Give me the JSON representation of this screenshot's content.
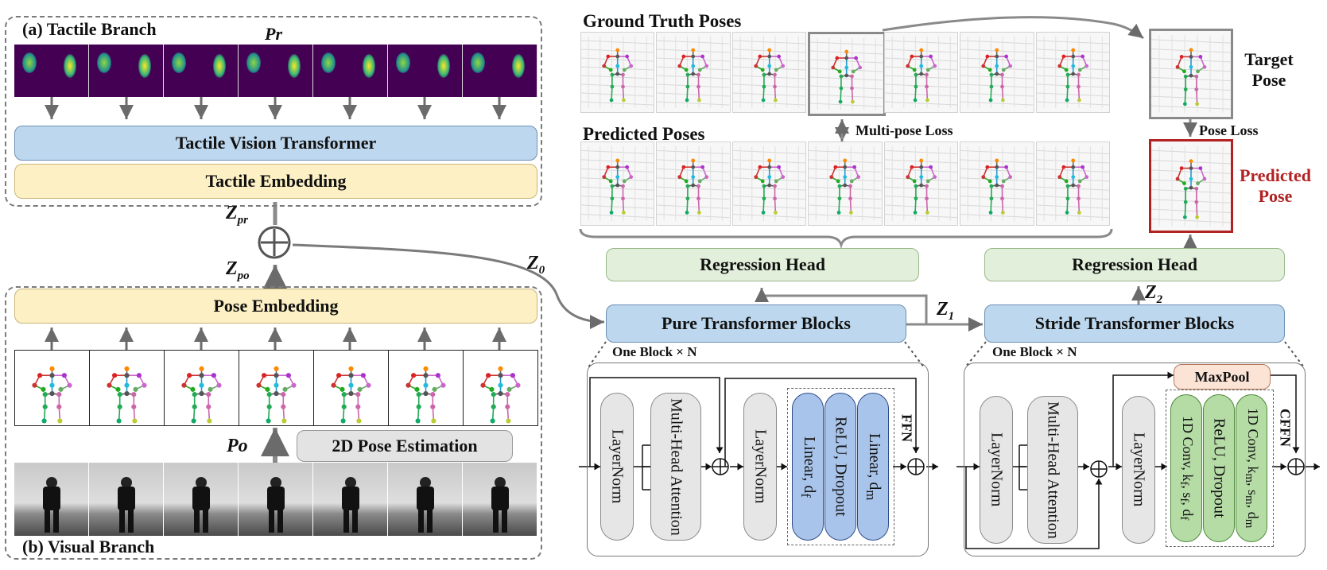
{
  "tactile_branch": {
    "title": "(a) Tactile Branch",
    "pr_label": "Pr",
    "frame_count": 7,
    "vit_label": "Tactile Vision Transformer",
    "embedding_label": "Tactile Embedding"
  },
  "fusion": {
    "z_pr": "Z",
    "z_pr_sub": "pr",
    "z_po": "Z",
    "z_po_sub": "po",
    "z0": "Z",
    "z0_sub": "0",
    "symbol": "⊕"
  },
  "visual_branch": {
    "title": "(b) Visual Branch",
    "pose_embedding_label": "Pose Embedding",
    "po_label": "Po",
    "estimation_label": "2D Pose Estimation",
    "frame_count": 7
  },
  "top_right": {
    "gt_title": "Ground Truth Poses",
    "pred_title": "Predicted Poses",
    "multi_pose_loss": "Multi-pose Loss",
    "target_pose": "Target Pose",
    "target_pose_l1": "Target",
    "target_pose_l2": "Pose",
    "pose_loss": "Pose Loss",
    "predicted_pose_l1": "Predicted",
    "predicted_pose_l2": "Pose"
  },
  "heads": {
    "regression_left": "Regression Head",
    "regression_right": "Regression Head",
    "z1": "Z",
    "z1_sub": "1",
    "z2": "Z",
    "z2_sub": "2"
  },
  "pure_block": {
    "title": "Pure Transformer Blocks",
    "repeat": "One Block × N",
    "layernorm1": "LayerNorm",
    "mha": "Multi-Head Attention",
    "layernorm2": "LayerNorm",
    "linear1": "Linear, d",
    "linear1_sub": "f",
    "relu": "ReLU, Dropout",
    "linear2": "Linear, d",
    "linear2_sub": "m",
    "ffn": "FFN"
  },
  "stride_block": {
    "title": "Stride Transformer Blocks",
    "repeat": "One Block × N",
    "maxpool": "MaxPool",
    "layernorm1": "LayerNorm",
    "mha": "Multi-Head Attention",
    "layernorm2": "LayerNorm",
    "conv1": "1D Conv, k",
    "conv1_rest": "f",
    "conv1_s": ", s",
    "conv1_s_sub": "f",
    "conv1_d": ", d",
    "conv1_d_sub": "f",
    "relu": "ReLU, Dropout",
    "conv2": "1D Conv, k",
    "conv2_rest": "m",
    "conv2_s": ", s",
    "conv2_s_sub": "m",
    "conv2_d": ", d",
    "conv2_d_sub": "m",
    "cffn": "CFFN"
  },
  "colors": {
    "blue_box": "#bdd7ee",
    "yellow_box": "#fdf0c4",
    "green_box": "#e2efda",
    "predicted_red": "#b22222",
    "tactile_bg": "#440154"
  }
}
